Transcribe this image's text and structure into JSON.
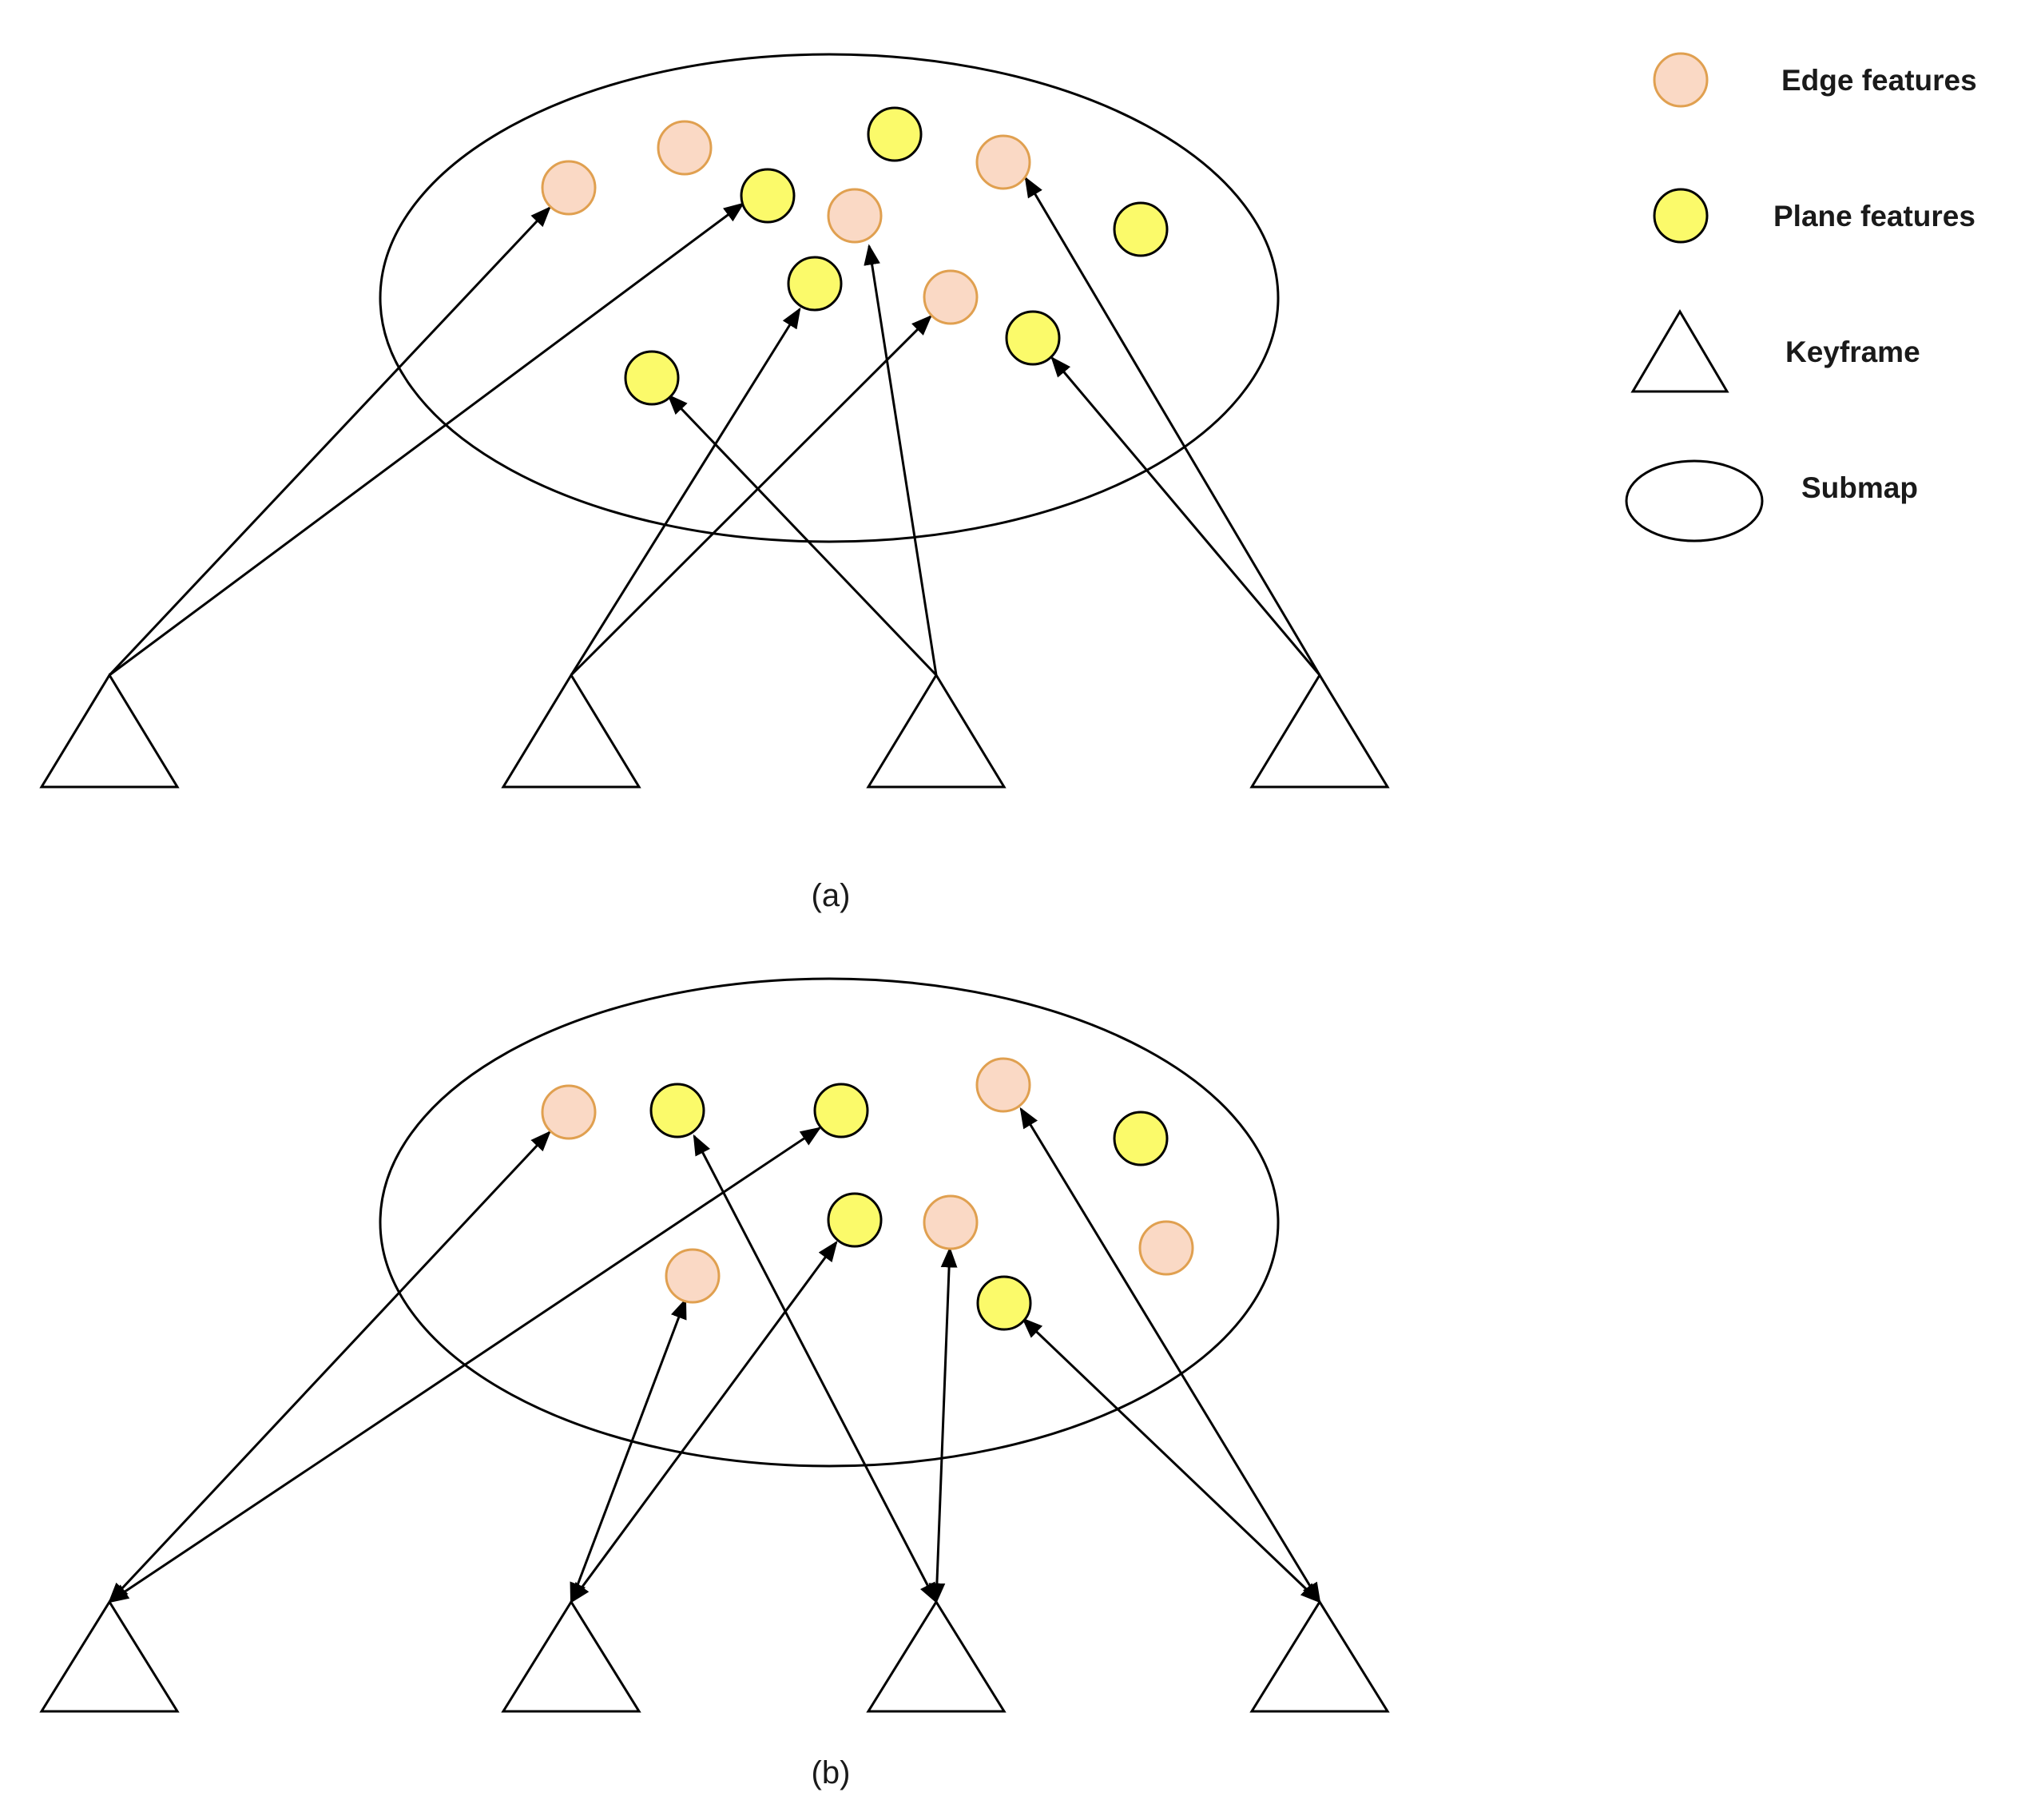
{
  "colors": {
    "edge_fill": "#fad9c5",
    "edge_stroke": "#e0a050",
    "plane_fill": "#fbfa6a",
    "plane_stroke": "#000000"
  },
  "legend": {
    "items": [
      {
        "symbol": "edge-feature",
        "label": "Edge features"
      },
      {
        "symbol": "plane-feature",
        "label": "Plane features"
      },
      {
        "symbol": "keyframe",
        "label": "Keyframe"
      },
      {
        "symbol": "submap",
        "label": "Submap"
      }
    ]
  },
  "panels": [
    {
      "caption": "(a)",
      "arrow_style": "keyframe-to-feature"
    },
    {
      "caption": "(b)",
      "arrow_style": "bidirectional"
    }
  ]
}
